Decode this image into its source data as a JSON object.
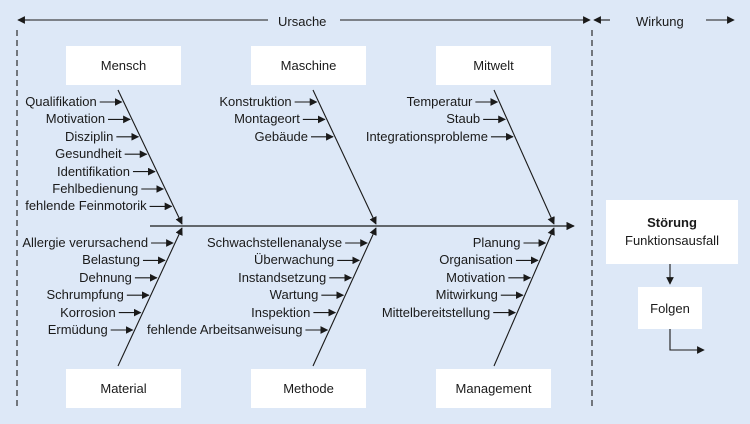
{
  "header": {
    "cause_label": "Ursache",
    "effect_label": "Wirkung"
  },
  "categories": {
    "top": [
      "Mensch",
      "Maschine",
      "Mitwelt"
    ],
    "bottom": [
      "Material",
      "Methode",
      "Management"
    ]
  },
  "causes": {
    "mensch": [
      "Qualifikation",
      "Motivation",
      "Disziplin",
      "Gesundheit",
      "Identifikation",
      "Fehlbedienung",
      "fehlende Feinmotorik"
    ],
    "maschine": [
      "Konstruktion",
      "Montageort",
      "Gebäude"
    ],
    "mitwelt": [
      "Temperatur",
      "Staub",
      "Integrationsprobleme"
    ],
    "material": [
      "Allergie verursachend",
      "Belastung",
      "Dehnung",
      "Schrumpfung",
      "Korrosion",
      "Ermüdung"
    ],
    "methode": [
      "Schwachstellenanalyse",
      "Überwachung",
      "Instandsetzung",
      "Wartung",
      "Inspektion",
      "fehlende Arbeitsanweisung"
    ],
    "management": [
      "Planung",
      "Organisation",
      "Motivation",
      "Mitwirkung",
      "Mittelbereitstellung"
    ]
  },
  "effect": {
    "title": "Störung",
    "subtitle": "Funktionsausfall",
    "consequence": "Folgen"
  }
}
